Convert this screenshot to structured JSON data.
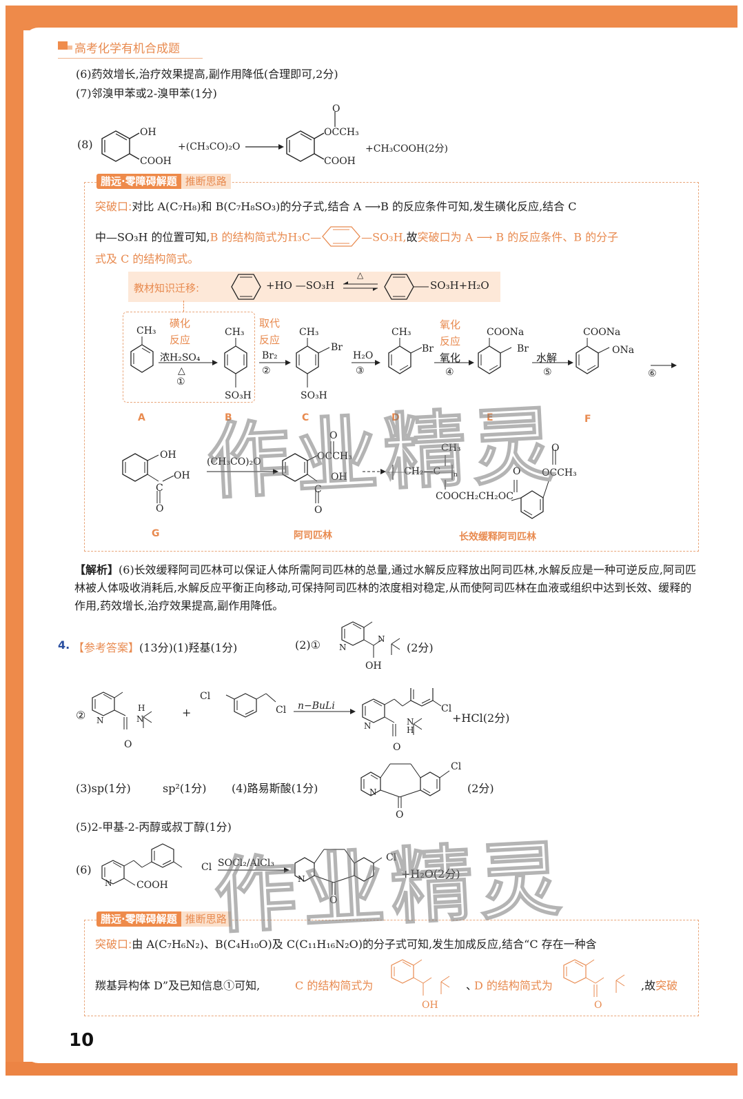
{
  "header": {
    "title": "高考化学有机合成题"
  },
  "answers_part1": {
    "q6": "(6)药效增长,治疗效果提高,副作用降低(合理即可,2分)",
    "q7": "(7)邻溴甲苯或2-溴甲苯(1分)",
    "q8": {
      "label": "(8)",
      "reactant1": {
        "oh": "OH",
        "cooh": "COOH"
      },
      "reagent": "+(CH₃CO)₂O",
      "product": {
        "o": "O",
        "ester": "OCCH₃",
        "cooh": "COOH"
      },
      "byproduct": "+CH₃COOH(2分)"
    }
  },
  "box1": {
    "badge_main": "腊远·零障碍解题",
    "badge_sub": "推断思路",
    "line1_prefix": "突破口:",
    "line1": "对比 A(C₇H₈)和 B(C₇H₈SO₃)的分子式,结合 A ⟶B 的反应条件可知,发生磺化反应,结合 C",
    "line2_a": "中—SO₃H 的位置可知,",
    "line2_b": "B 的结构简式为H₃C—",
    "line2_c": "—SO₃H,",
    "line2_d": "故",
    "line2_e": "突破口为 A ⟶ B 的反应条件、B 的分子",
    "line3": "式及 C 的结构简式。",
    "transfer": {
      "label": "教材知识迁移:",
      "reagent": "+HO —SO₃H",
      "condition": "△",
      "product": "SO₃H+H₂O"
    },
    "scheme": {
      "steps": [
        {
          "num": "①",
          "top": "浓H₂SO₄",
          "bottom": "△",
          "type": "磺化\n反应"
        },
        {
          "num": "②",
          "top": "Br₂",
          "type": "取代\n反应"
        },
        {
          "num": "③",
          "top": "H₂O"
        },
        {
          "num": "④",
          "top": "氧化",
          "type": "氧化\n反应"
        },
        {
          "num": "⑤",
          "top": "水解"
        },
        {
          "num": "⑥"
        }
      ],
      "type_labels": [
        "磺化",
        "反应",
        "取代",
        "反应",
        "氧化",
        "反应"
      ],
      "compounds": [
        "A",
        "B",
        "C",
        "D",
        "E",
        "F",
        "G",
        "阿司匹林",
        "长效缓释阿司匹林"
      ],
      "groups": {
        "ch3": "CH₃",
        "so3h": "SO₃H",
        "br": "Br",
        "coona": "COONa",
        "ona": "ONa",
        "oh": "OH",
        "c": "C",
        "o": "O",
        "occh3": "OCCH₃",
        "polymer_main": "CH₂—C",
        "polymer_side": "COOCH₂CH₂OC",
        "n": "n",
        "anhydride": "(CH₃CO)₂O"
      }
    }
  },
  "analysis": {
    "label": "【解析】",
    "text": "(6)长效缓释阿司匹林可以保证人体所需阿司匹林的总量,通过水解反应释放出阿司匹林,水解反应是一种可逆反应,阿司匹林被人体吸收消耗后,水解反应平衡正向移动,可保持阿司匹林的浓度相对稳定,从而使阿司匹林在血液或组织中达到长效、缓释的作用,药效增长,治疗效果提高,副作用降低。"
  },
  "q4": {
    "number": "4.",
    "ref_label": "【参考答案】",
    "score": "(13分)",
    "a1": "(1)羟基(1分)",
    "a2_1_label": "(2)①",
    "a2_1_score": "(2分)",
    "a2_2_label": "②",
    "a2_2_reagent": "n−BuLi",
    "a2_2_plus": "+",
    "a2_2_byproduct": "+HCl(2分)",
    "a3": "(3)sp(1分)",
    "a3b": "sp²(1分)",
    "a4": "(4)路易斯酸(1分)",
    "a4_score": "(2分)",
    "a5": "(5)2-甲基-2-丙醇或叔丁醇(1分)",
    "a6_label": "(6)",
    "a6_reagent": "SOCl₂/AlCl₃",
    "a6_byproduct": "+H₂O(2分)",
    "groups": {
      "n": "N",
      "h": "H",
      "o": "O",
      "oh": "OH",
      "cl": "Cl",
      "cooh": "COOH"
    }
  },
  "box2": {
    "badge_main": "腊远·零障碍解题",
    "badge_sub": "推断思路",
    "line1_prefix": "突破口:",
    "line1": "由 A(C₇H₆N₂)、B(C₄H₁₀O)及 C(C₁₁H₁₆N₂O)的分子式可知,发生加成反应,结合“C 存在一种含",
    "line2_a": "羰基异构体 D”及已知信息①可知,",
    "line2_b": "C 的结构简式为",
    "line2_c": "、",
    "line2_d": "D 的结构简式为",
    "line2_e": ",故",
    "line2_f": "突破"
  },
  "watermark": "作业精灵",
  "footer": {
    "page_number": "10"
  },
  "colors": {
    "frame_orange": "#ee8a4a",
    "accent_text": "#e88a4f",
    "box_fill": "#fde8d8"
  }
}
